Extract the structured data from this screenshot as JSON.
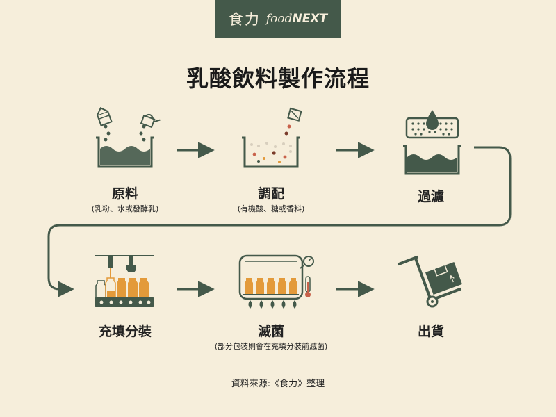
{
  "brand": {
    "name_cn": "食力",
    "name_food": "food",
    "name_next": "NEXT"
  },
  "title": "乳酸飲料製作流程",
  "steps": [
    {
      "label": "原料",
      "sub": "(乳粉、水或發酵乳)",
      "icon": "mixing-pot-icon"
    },
    {
      "label": "調配",
      "sub": "(有機酸、糖或香料)",
      "icon": "blending-pot-icon"
    },
    {
      "label": "過濾",
      "sub": "",
      "icon": "filter-pot-icon"
    },
    {
      "label": "充填分裝",
      "sub": "",
      "icon": "bottle-filling-icon"
    },
    {
      "label": "滅菌",
      "sub": "(部分包裝則會在充填分裝前滅菌)",
      "icon": "sterilization-tank-icon"
    },
    {
      "label": "出貨",
      "sub": "",
      "icon": "hand-truck-icon"
    }
  ],
  "source": "資料來源:《食力》整理",
  "colors": {
    "background": "#f6eedb",
    "primary": "#44594a",
    "bottle": "#e39a3a",
    "accent_red": "#c8614a"
  }
}
